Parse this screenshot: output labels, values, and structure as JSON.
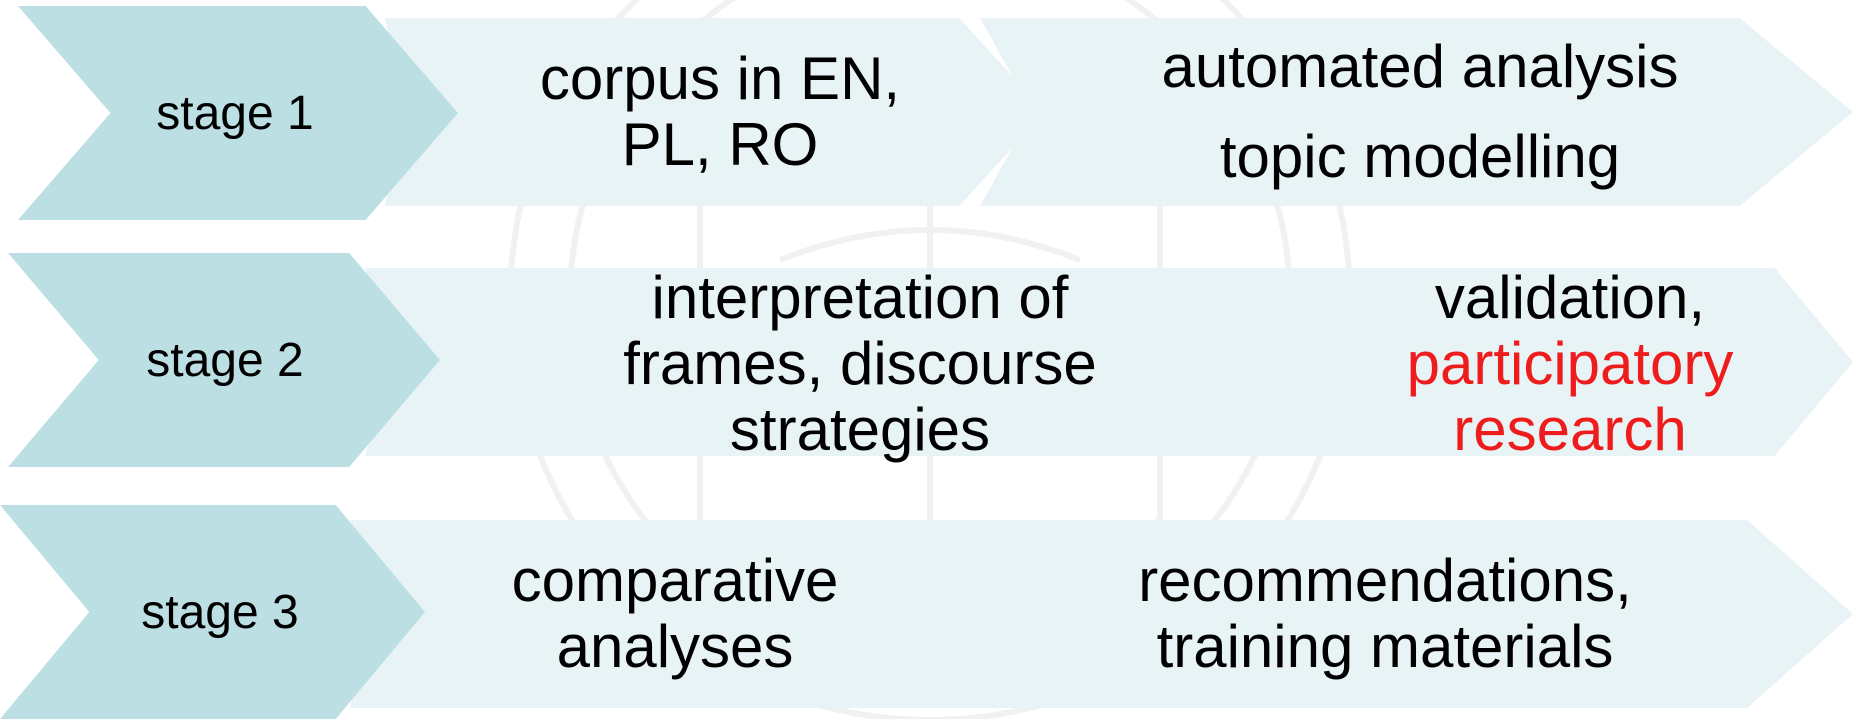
{
  "colors": {
    "stage_chevron": "#bcdfe4",
    "step_chevron": "#e8f3f5",
    "text": "#000000",
    "highlight": "#ee1c1c",
    "watermark": "#f1f1f1"
  },
  "rows": [
    {
      "stage": "stage 1",
      "steps": [
        {
          "lines": [
            "corpus in EN,",
            "PL, RO"
          ]
        },
        {
          "lines": [
            "automated analysis",
            "topic modelling"
          ]
        }
      ]
    },
    {
      "stage": "stage 2",
      "steps": [
        {
          "lines": [
            "interpretation of",
            "frames, discourse",
            "strategies"
          ]
        },
        {
          "lines": [
            "validation,"
          ],
          "highlight_lines": [
            "participatory",
            "research"
          ]
        }
      ]
    },
    {
      "stage": "stage 3",
      "steps": [
        {
          "lines": [
            "comparative",
            "analyses"
          ]
        },
        {
          "lines": [
            "recommendations,",
            "training materials"
          ]
        }
      ]
    }
  ],
  "icons": {
    "watermark": "university-seal-icon"
  }
}
